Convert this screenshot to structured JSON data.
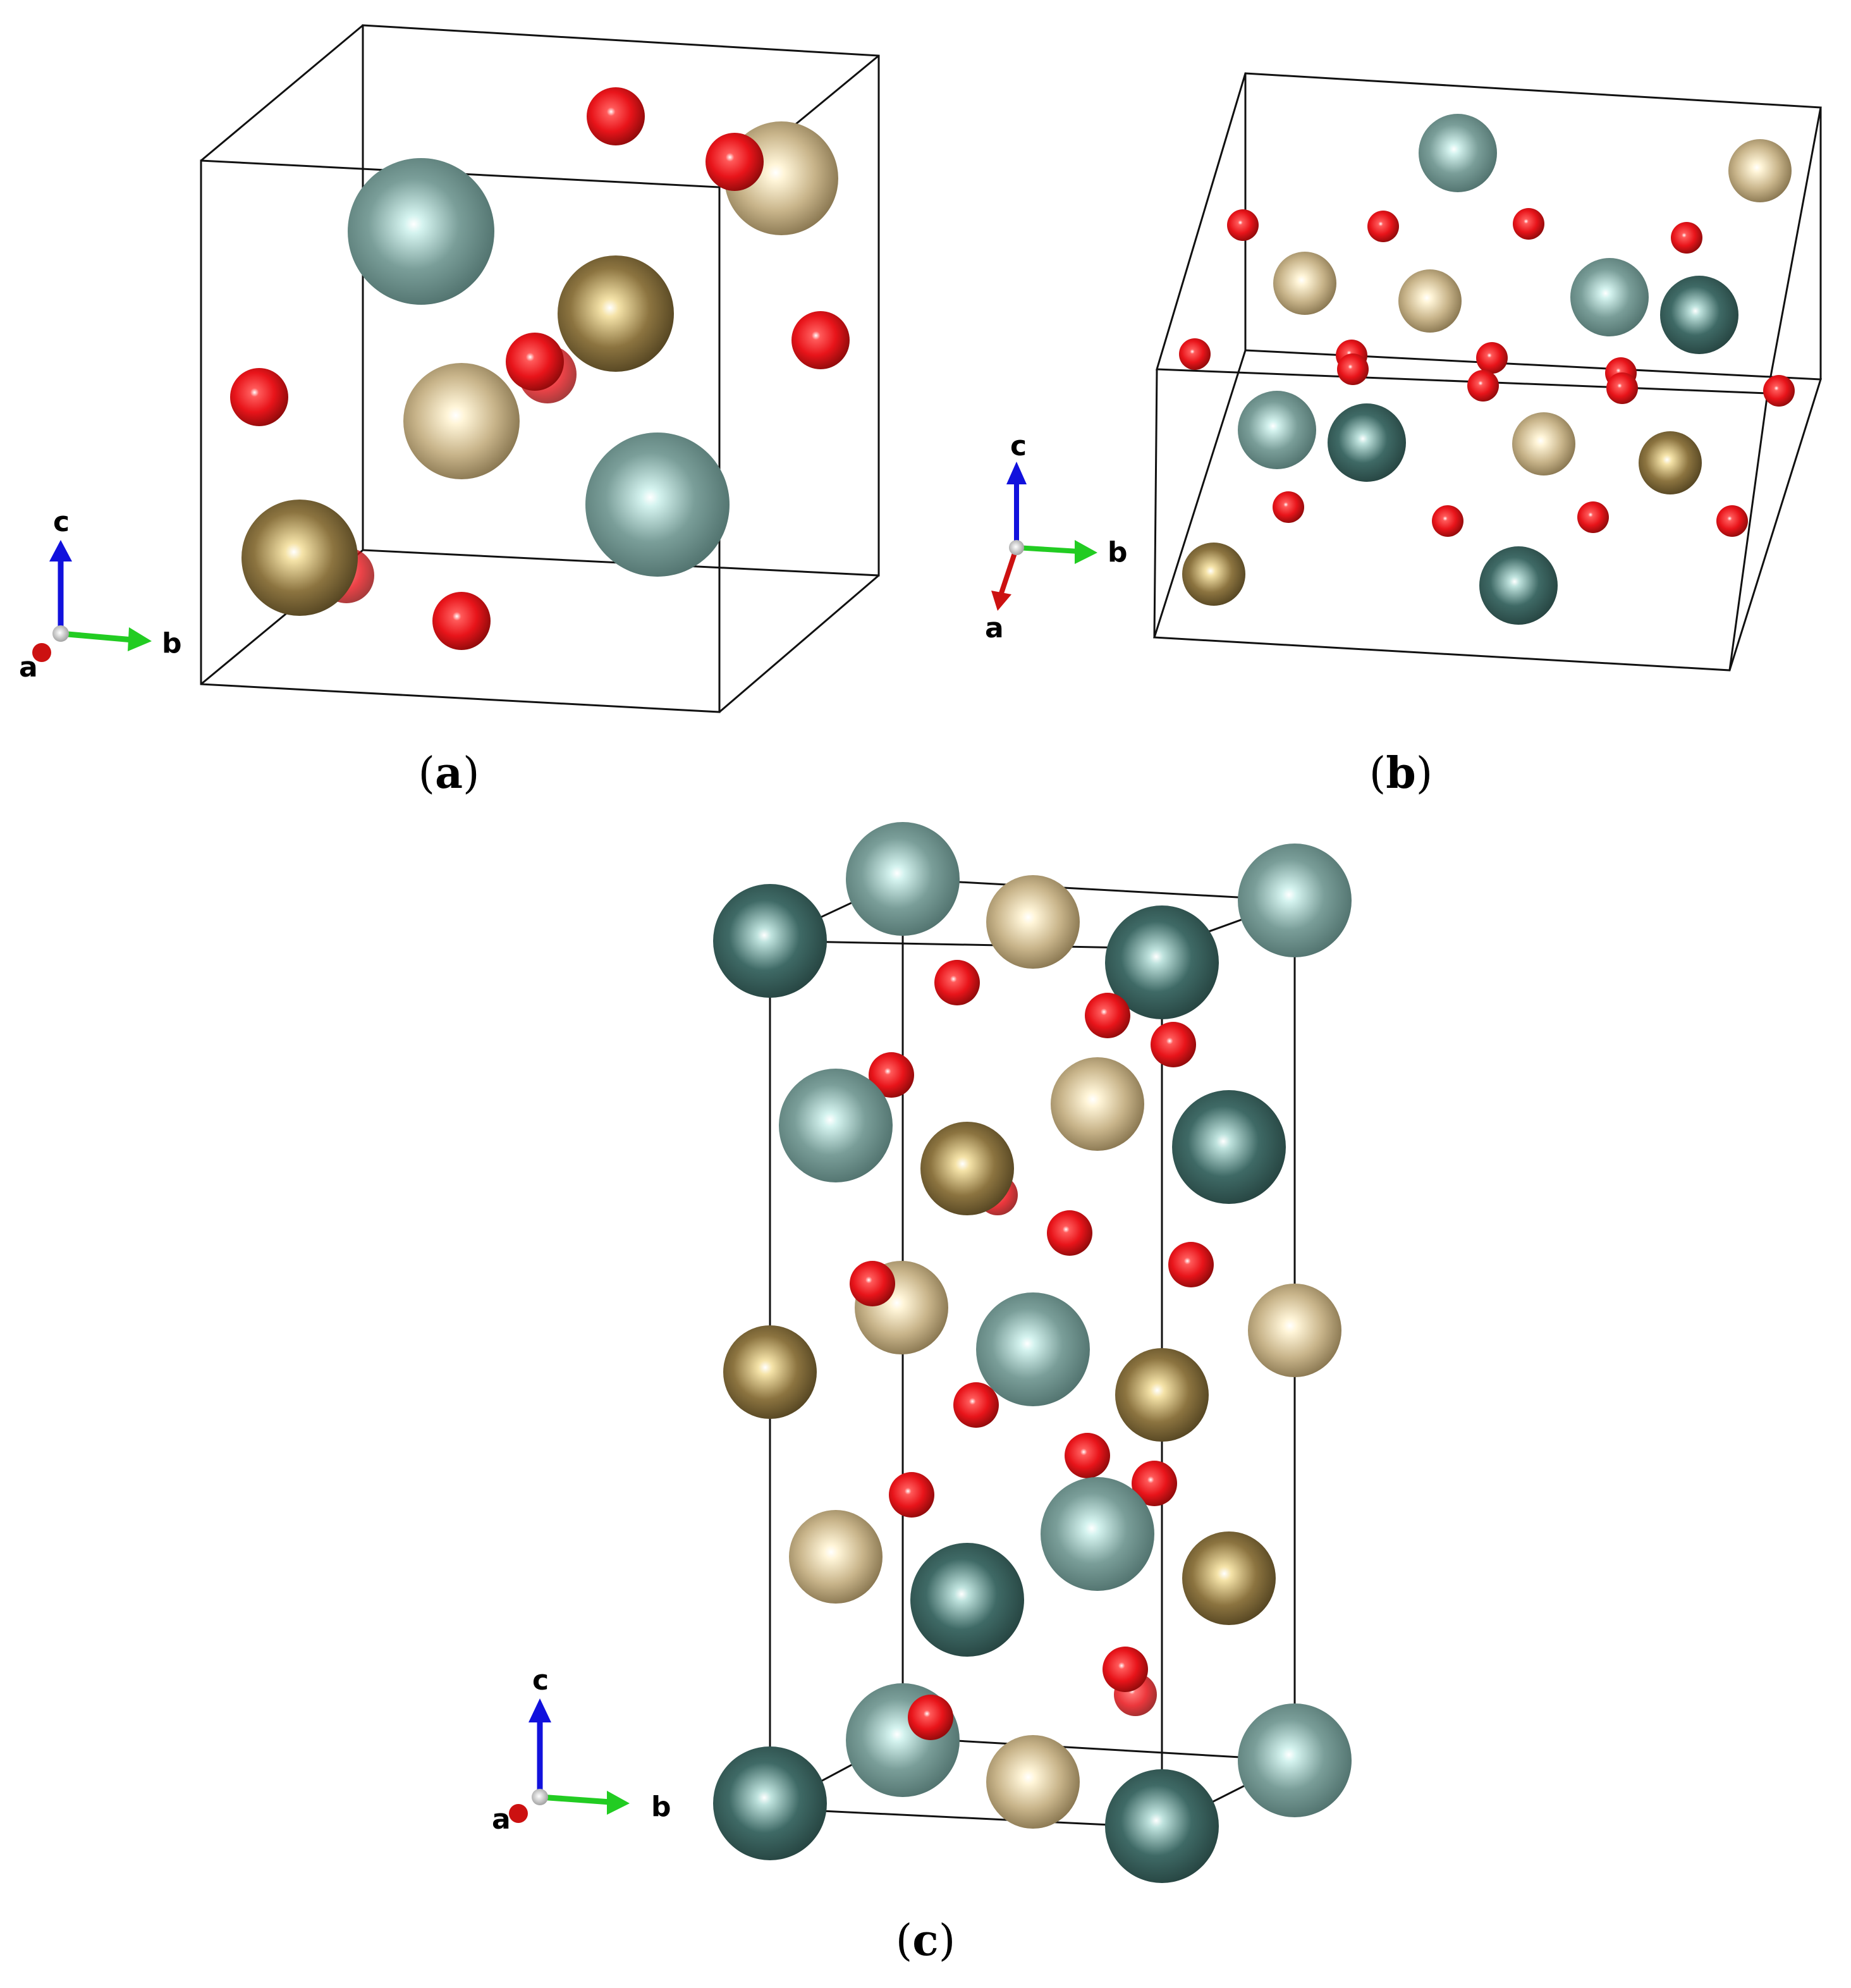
{
  "panels": [
    {
      "id": "a",
      "caption": "(a)",
      "caption_letter": "a"
    },
    {
      "id": "b",
      "caption": "(b)",
      "caption_letter": "b"
    },
    {
      "id": "c",
      "caption": "(c)",
      "caption_letter": "c"
    }
  ],
  "axes": {
    "a": "a",
    "b": "b",
    "c": "c"
  },
  "colors": {
    "oxygen": "#e8141a",
    "teal_light": "#7a9e99",
    "teal_dark": "#3f6a66",
    "gold_light": "#c8b48a",
    "gold_dark": "#8c7440",
    "cell_edge": "#111111",
    "axis_a": "#cc1111",
    "axis_b": "#22cc22",
    "axis_c": "#1111dd"
  }
}
